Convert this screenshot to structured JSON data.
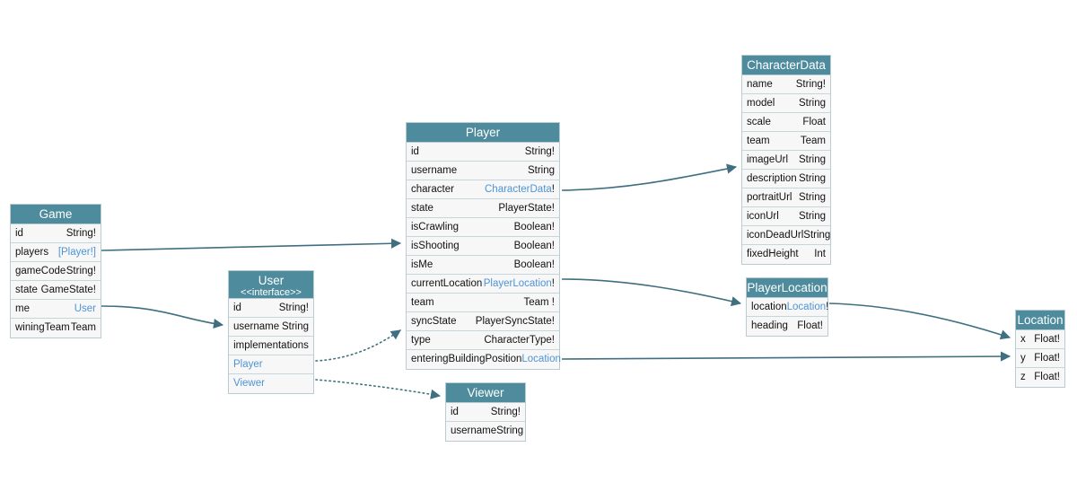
{
  "diagram": {
    "title": "GraphQL Schema Diagram",
    "colors": {
      "header_fill": "#4e8c9d",
      "header_text": "#ffffff",
      "row_fill": "#f7f7f7",
      "border": "#b9ccd2",
      "link_text": "#4d94d6",
      "edge_stroke": "#3f6f80",
      "background": "#ffffff"
    }
  },
  "entities": {
    "game": {
      "name": "Game",
      "fields": [
        {
          "name": "id",
          "type": "String!",
          "link": false
        },
        {
          "name": "players",
          "type": "[Player!]",
          "link": true
        },
        {
          "name": "gameCode",
          "type": "String!",
          "link": false
        },
        {
          "name": "state",
          "type": "GameState!",
          "link": false
        },
        {
          "name": "me",
          "type": "User",
          "link": true
        },
        {
          "name": "winingTeam",
          "type": "Team",
          "link": false
        }
      ]
    },
    "user": {
      "name": "User",
      "stereotype": "<<interface>>",
      "fields": [
        {
          "name": "id",
          "type": "String!",
          "link": false
        },
        {
          "name": "username",
          "type": "String",
          "link": false
        }
      ],
      "section_label": "implementations",
      "implementations": [
        {
          "name": "Player"
        },
        {
          "name": "Viewer"
        }
      ]
    },
    "player": {
      "name": "Player",
      "fields": [
        {
          "name": "id",
          "type": "String!",
          "link": false
        },
        {
          "name": "username",
          "type": "String",
          "link": false
        },
        {
          "name": "character",
          "type": "CharacterData",
          "suffix": "!",
          "link": true
        },
        {
          "name": "state",
          "type": "PlayerState!",
          "link": false
        },
        {
          "name": "isCrawling",
          "type": "Boolean!",
          "link": false
        },
        {
          "name": "isShooting",
          "type": "Boolean!",
          "link": false
        },
        {
          "name": "isMe",
          "type": "Boolean!",
          "link": false
        },
        {
          "name": "currentLocation",
          "type": "PlayerLocation",
          "suffix": "!",
          "link": true
        },
        {
          "name": "team",
          "type": "Team !",
          "link": false
        },
        {
          "name": "syncState",
          "type": "PlayerSyncState!",
          "link": false
        },
        {
          "name": "type",
          "type": "CharacterType!",
          "link": false
        },
        {
          "name": "enteringBuildingPosition",
          "type": "Location",
          "suffix": "",
          "link": true
        }
      ]
    },
    "characterdata": {
      "name": "CharacterData",
      "fields": [
        {
          "name": "name",
          "type": "String!",
          "link": false
        },
        {
          "name": "model",
          "type": "String",
          "link": false
        },
        {
          "name": "scale",
          "type": "Float",
          "link": false
        },
        {
          "name": "team",
          "type": "Team",
          "link": false
        },
        {
          "name": "imageUrl",
          "type": "String",
          "link": false
        },
        {
          "name": "description",
          "type": "String",
          "link": false
        },
        {
          "name": "portraitUrl",
          "type": "String",
          "link": false
        },
        {
          "name": "iconUrl",
          "type": "String",
          "link": false
        },
        {
          "name": "iconDeadUrl",
          "type": "String",
          "link": false
        },
        {
          "name": "fixedHeight",
          "type": "Int",
          "link": false
        }
      ]
    },
    "playerlocation": {
      "name": "PlayerLocation",
      "fields": [
        {
          "name": "location",
          "type": "Location",
          "suffix": "!",
          "link": true
        },
        {
          "name": "heading",
          "type": "Float!",
          "link": false
        }
      ]
    },
    "location": {
      "name": "Location",
      "fields": [
        {
          "name": "x",
          "type": "Float!",
          "link": false
        },
        {
          "name": "y",
          "type": "Float!",
          "link": false
        },
        {
          "name": "z",
          "type": "Float!",
          "link": false
        }
      ]
    },
    "viewer": {
      "name": "Viewer",
      "fields": [
        {
          "name": "id",
          "type": "String!",
          "link": false
        },
        {
          "name": "username",
          "type": "String",
          "link": false
        }
      ]
    }
  },
  "edges": [
    {
      "from": "game.players",
      "to": "player",
      "style": "solid"
    },
    {
      "from": "game.me",
      "to": "user",
      "style": "solid"
    },
    {
      "from": "player.character",
      "to": "characterdata",
      "style": "solid"
    },
    {
      "from": "player.currentLocation",
      "to": "playerlocation",
      "style": "solid"
    },
    {
      "from": "player.enteringBuildingPosition",
      "to": "location",
      "style": "solid"
    },
    {
      "from": "playerlocation.location",
      "to": "location",
      "style": "solid"
    },
    {
      "from": "user.implementations.Player",
      "to": "player",
      "style": "dotted"
    },
    {
      "from": "user.implementations.Viewer",
      "to": "viewer",
      "style": "dotted"
    }
  ]
}
